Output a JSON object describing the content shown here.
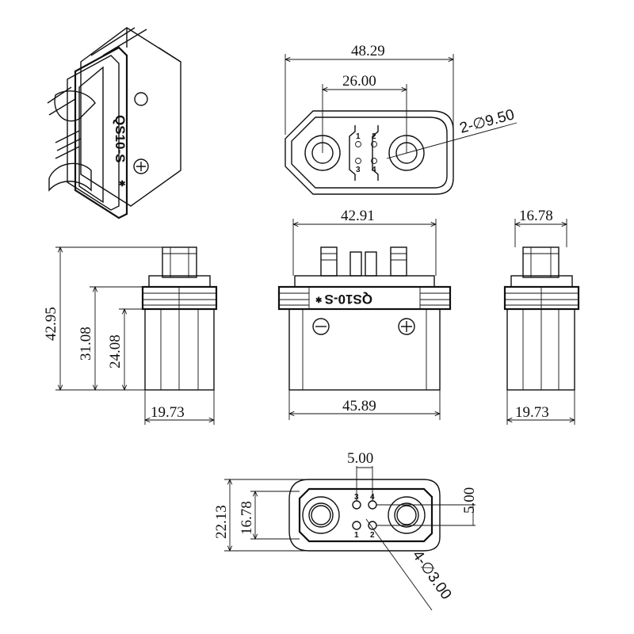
{
  "title_block": {
    "part_marking": "QS10-S"
  },
  "top_view": {
    "overall_width": "48.29",
    "center_spacing": "26.00",
    "hole_callout": "2-∅9.50",
    "pin_labels": [
      "1",
      "2",
      "3",
      "4"
    ]
  },
  "front_view": {
    "top_width": "42.91",
    "bottom_width": "45.89",
    "minus_symbol": "minus-icon",
    "plus_symbol": "plus-icon"
  },
  "left_view": {
    "height_total": "42.95",
    "height_mid": "31.08",
    "height_body": "24.08",
    "width": "19.73"
  },
  "right_view": {
    "top_width": "16.78",
    "width": "19.73"
  },
  "bottom_view": {
    "pin_spacing_h": "5.00",
    "pin_spacing_v": "5.00",
    "overall_height": "22.13",
    "inner_height": "16.78",
    "pin_callout": "4-∅3.00",
    "pin_labels": [
      "3",
      "4",
      "1",
      "2"
    ]
  }
}
